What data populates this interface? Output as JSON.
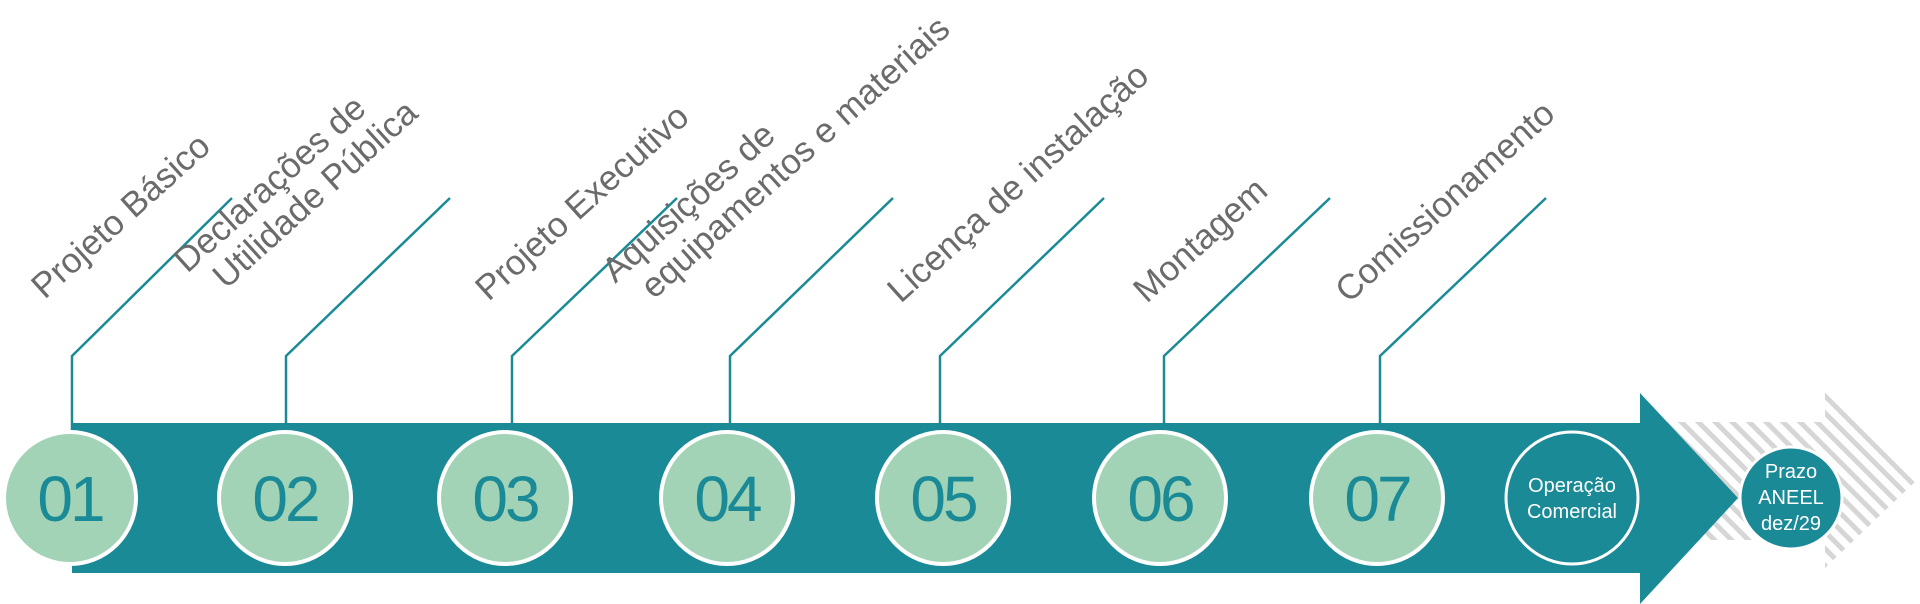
{
  "steps": [
    {
      "number": "01",
      "lines": [
        "Projeto Básico"
      ]
    },
    {
      "number": "02",
      "lines": [
        "Declarações de",
        "Utilidade Pública"
      ]
    },
    {
      "number": "03",
      "lines": [
        "Projeto Executivo"
      ]
    },
    {
      "number": "04",
      "lines": [
        "Aquisições de",
        "equipamentos e materiais"
      ]
    },
    {
      "number": "05",
      "lines": [
        "Licença de instalação"
      ]
    },
    {
      "number": "06",
      "lines": [
        "Montagem"
      ]
    },
    {
      "number": "07",
      "lines": [
        "Comissionamento"
      ]
    }
  ],
  "commercial_operation": {
    "line1": "Operação",
    "line2": "Comercial"
  },
  "deadline": {
    "line1": "Prazo",
    "line2": "ANEEL",
    "line3": "dez/29"
  },
  "colors": {
    "arrow": "#1a8a96",
    "number_circle": "#a3d3b6",
    "label_text": "#6b6b6b",
    "hatch": "#cfcfcf"
  }
}
